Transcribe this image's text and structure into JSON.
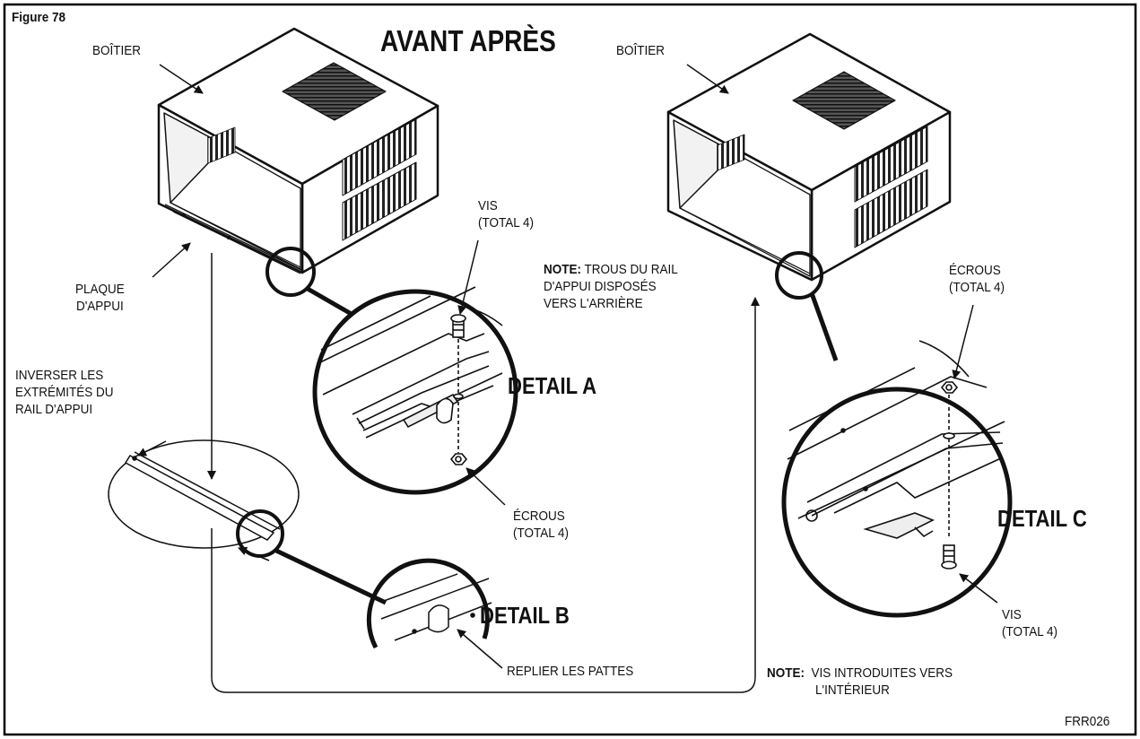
{
  "figure_label": "Figure 78",
  "heading": "AVANT APRÈS",
  "colors": {
    "line": "#111111",
    "frame": "#000000",
    "shade": "#3a3a3a"
  },
  "labels": {
    "boitier_left": "BOÎTIER",
    "boitier_right": "BOÎTIER",
    "plaque_line1": "PLAQUE",
    "plaque_line2": "D'APPUI",
    "inverser_line1": "INVERSER LES",
    "inverser_line2": "EXTRÉMITÉS DU",
    "inverser_line3": "RAIL D'APPUI",
    "vis_a_line1": "VIS",
    "vis_a_line2": "(TOTAL 4)",
    "ecrous_a_line1": "ÉCROUS",
    "ecrous_a_line2": "(TOTAL 4)",
    "detail_a": "DETAIL A",
    "detail_b": "DETAIL B",
    "detail_c": "DETAIL C",
    "replier": "REPLIER LES PATTES",
    "note1_key": "NOTE:",
    "note1_line1": "TROUS DU RAIL",
    "note1_line2": "D'APPUI DISPOSÉS",
    "note1_line3": "VERS L'ARRIÈRE",
    "ecrous_c_line1": "ÉCROUS",
    "ecrous_c_line2": "(TOTAL 4)",
    "vis_c_line1": "VIS",
    "vis_c_line2": "(TOTAL 4)",
    "note2_key": "NOTE:",
    "note2_line1": "VIS INTRODUITES VERS",
    "note2_line2": "L'INTÉRIEUR",
    "code": "FRR026"
  }
}
